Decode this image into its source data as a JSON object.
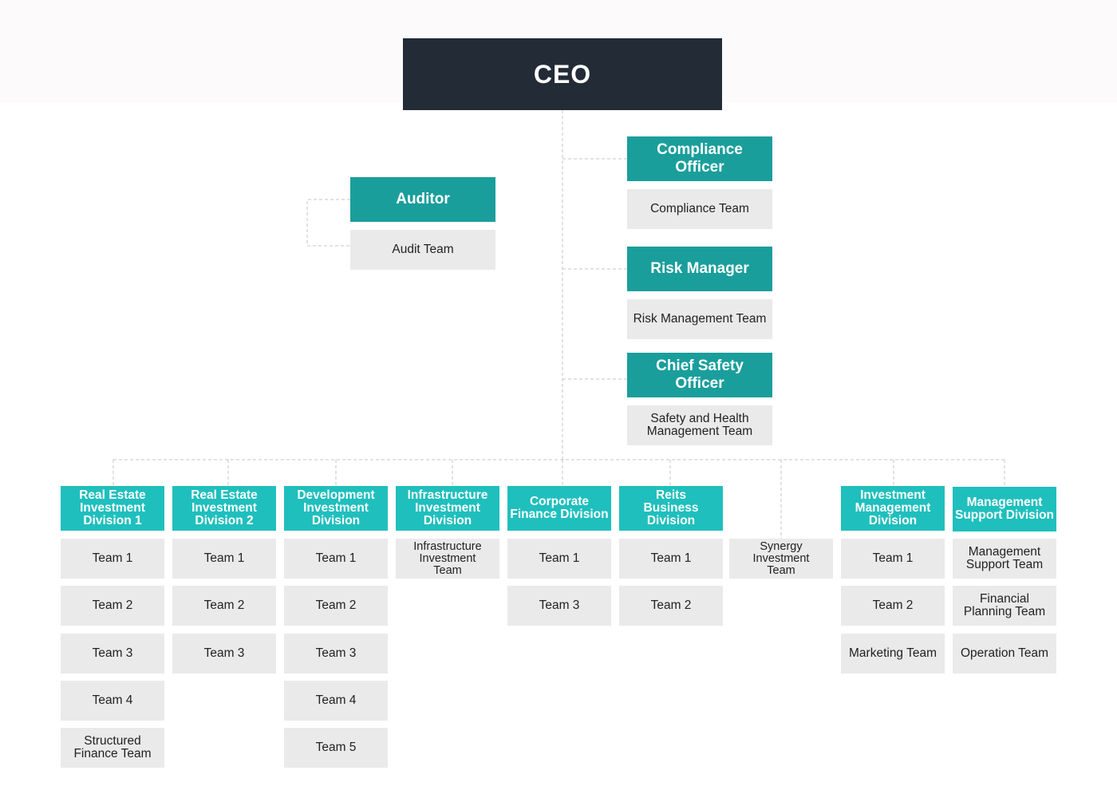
{
  "ceo": {
    "label": "CEO"
  },
  "auditor": {
    "title": "Auditor",
    "team": "Audit Team"
  },
  "officers": [
    {
      "title": "Compliance Officer",
      "team": "Compliance Team"
    },
    {
      "title": "Risk Manager",
      "team": "Risk Management Team"
    },
    {
      "title": "Chief Safety Officer",
      "team": "Safety and Health\nManagement Team"
    }
  ],
  "divisions": [
    {
      "title": "Real Estate\nInvestment\nDivision 1",
      "teams": [
        "Team 1",
        "Team 2",
        "Team 3",
        "Team 4",
        "Structured\nFinance Team"
      ]
    },
    {
      "title": "Real Estate\nInvestment\nDivision 2",
      "teams": [
        "Team 1",
        "Team 2",
        "Team 3"
      ]
    },
    {
      "title": "Development\nInvestment\nDivision",
      "teams": [
        "Team 1",
        "Team 2",
        "Team 3",
        "Team 4",
        "Team 5"
      ]
    },
    {
      "title": "Infrastructure\nInvestment\nDivision",
      "teams": [
        "Infrastructure\nInvestment\nTeam"
      ]
    },
    {
      "title": "Corporate\nFinance Division",
      "teams": [
        "Team 1",
        "Team 3"
      ]
    },
    {
      "title": "Reits\nBusiness Division",
      "teams": [
        "Team 1",
        "Team 2"
      ]
    },
    {
      "title": "",
      "teams": [
        "Synergy\nInvestment\nTeam"
      ]
    },
    {
      "title": "Investment\nManagement\nDivision",
      "teams": [
        "Team 1",
        "Team 2",
        "Marketing Team"
      ]
    },
    {
      "title": "Management\nSupport Division",
      "teams": [
        "Management\nSupport Team",
        "Financial\nPlanning Team",
        "Operation Team"
      ]
    }
  ],
  "colors": {
    "ceo_bg": "#222b36",
    "header_bg": "#1a9e9c",
    "division_bg": "#1fbfbd",
    "team_bg": "#eaeaea",
    "connector": "#c4c4c4"
  }
}
